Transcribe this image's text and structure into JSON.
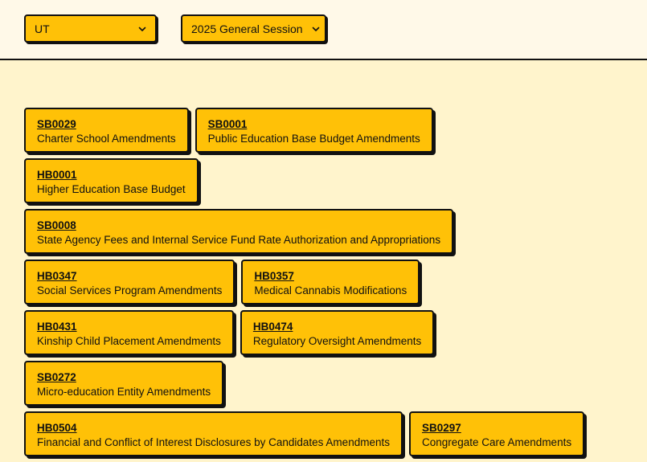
{
  "filters": {
    "state": "UT",
    "session": "2025 General Session"
  },
  "icons": {
    "dropdown": "chevron-down-icon"
  },
  "colors": {
    "page_background": "#fff4cc",
    "header_background": "#fff9e8",
    "card_background": "#ffc107",
    "border": "#111111"
  },
  "bills": [
    {
      "code": "SB0029",
      "title": "Charter School Amendments"
    },
    {
      "code": "SB0001",
      "title": "Public Education Base Budget Amendments"
    },
    {
      "code": "HB0001",
      "title": "Higher Education Base Budget"
    },
    {
      "code": "SB0008",
      "title": "State Agency Fees and Internal Service Fund Rate Authorization and Appropriations"
    },
    {
      "code": "HB0347",
      "title": "Social Services Program Amendments"
    },
    {
      "code": "HB0357",
      "title": "Medical Cannabis Modifications"
    },
    {
      "code": "HB0431",
      "title": "Kinship Child Placement Amendments"
    },
    {
      "code": "HB0474",
      "title": "Regulatory Oversight Amendments"
    },
    {
      "code": "SB0272",
      "title": "Micro-education Entity Amendments"
    },
    {
      "code": "HB0504",
      "title": "Financial and Conflict of Interest Disclosures by Candidates Amendments"
    },
    {
      "code": "SB0297",
      "title": "Congregate Care Amendments"
    }
  ]
}
